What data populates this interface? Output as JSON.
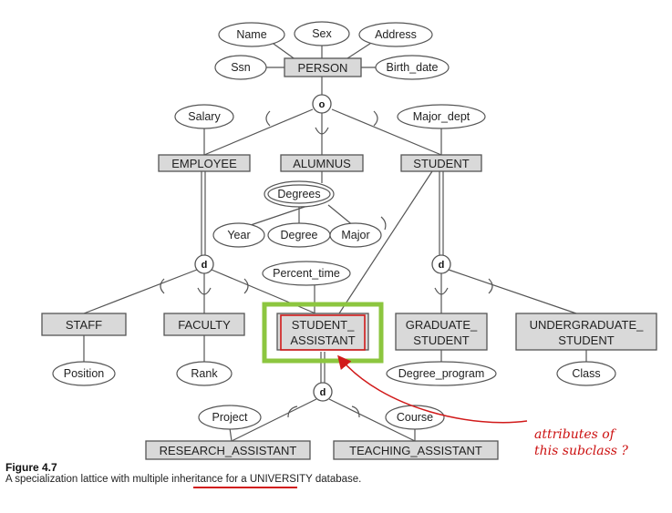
{
  "entities": {
    "person": "PERSON",
    "employee": "EMPLOYEE",
    "alumnus": "ALUMNUS",
    "student": "STUDENT",
    "staff": "STAFF",
    "faculty": "FACULTY",
    "student_assistant_line1": "STUDENT_",
    "student_assistant_line2": "ASSISTANT",
    "graduate_student_line1": "GRADUATE_",
    "graduate_student_line2": "STUDENT",
    "undergraduate_student_line1": "UNDERGRADUATE_",
    "undergraduate_student_line2": "STUDENT",
    "research_assistant": "RESEARCH_ASSISTANT",
    "teaching_assistant": "TEACHING_ASSISTANT"
  },
  "attributes": {
    "name": "Name",
    "sex": "Sex",
    "address": "Address",
    "ssn": "Ssn",
    "birth_date": "Birth_date",
    "salary": "Salary",
    "major_dept": "Major_dept",
    "degrees": "Degrees",
    "year": "Year",
    "degree": "Degree",
    "major": "Major",
    "percent_time": "Percent_time",
    "position": "Position",
    "rank": "Rank",
    "degree_program": "Degree_program",
    "class": "Class",
    "project": "Project",
    "course": "Course"
  },
  "constraints": {
    "person": "o",
    "employee": "d",
    "student": "d",
    "student_assistant": "d"
  },
  "caption": {
    "title": "Figure 4.7",
    "text": "A specialization lattice with multiple inheritance for a UNIVERSITY database."
  },
  "annotation": {
    "line1": "attributes of",
    "line2": "this subclass ?"
  },
  "colors": {
    "entity_fill": "#d9d9d9",
    "highlight_green": "#8cc63f",
    "highlight_red": "#d11a1a",
    "annotation_red": "#cc1111"
  }
}
